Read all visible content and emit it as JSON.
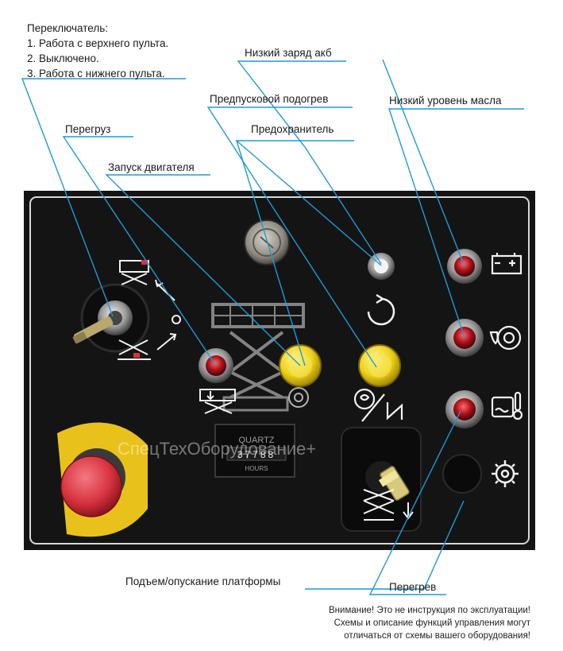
{
  "labels": {
    "switch_title": "Переключатель:",
    "switch_mode_1": "1. Работа с верхнего пульта.",
    "switch_mode_2": "2. Выключено.",
    "switch_mode_3": "3. Работа с нижнего пульта.",
    "low_battery": "Низкий заряд акб",
    "preheat": "Предпусковой подогрев",
    "low_oil": "Низкий уровень масла",
    "overload": "Перегруз",
    "fuse": "Предохранитель",
    "engine_start": "Запуск двигателя",
    "platform_lift": "Подъем/опускание платформы",
    "overheat": "Перегрев"
  },
  "warning": {
    "line_1": "Внимание! Это не инструкция по эксплуатации!",
    "line_2": "Схемы и описание функций управления могут",
    "line_3": "отличаться от схемы вашего оборудования!"
  },
  "panel": {
    "watermark": "СпецТехОборудование+",
    "hour_meter_brand": "QUARTZ",
    "hour_meter_value": "37788",
    "hour_meter_unit": "HOURS"
  },
  "colors": {
    "leader_line": "#1e9ad6",
    "panel": "#151515",
    "estop_red": "#d8323f",
    "estop_yellow": "#e8c21a",
    "indicator_red": "#b0121c",
    "pushbutton_yellow": "#efd31a"
  }
}
